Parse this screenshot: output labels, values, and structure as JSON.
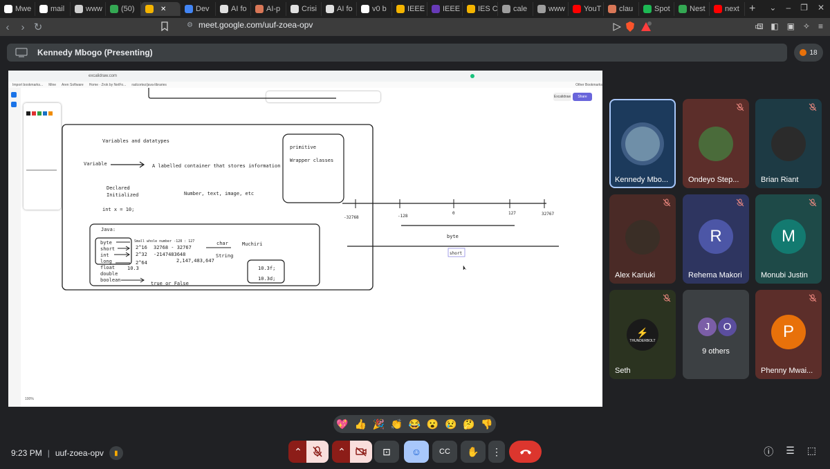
{
  "browser": {
    "tabs": [
      {
        "label": "Mwe",
        "color": "#ffffff"
      },
      {
        "label": "mail",
        "color": "#ffffff"
      },
      {
        "label": "www",
        "color": "#cfcfcf"
      },
      {
        "label": "(50)",
        "color": "#34a853"
      },
      {
        "label": "",
        "color": "#f4b400",
        "active": true
      },
      {
        "label": "Dev",
        "color": "#4285f4"
      },
      {
        "label": "AI fo",
        "color": "#e0e0e0"
      },
      {
        "label": "AI-p",
        "color": "#d97757"
      },
      {
        "label": "Crisi",
        "color": "#e0e0e0"
      },
      {
        "label": "AI fo",
        "color": "#e0e0e0"
      },
      {
        "label": "v0 b",
        "color": "#ffffff"
      },
      {
        "label": "IEEE",
        "color": "#f4b400"
      },
      {
        "label": "IEEE",
        "color": "#673ab7"
      },
      {
        "label": "IES C",
        "color": "#f4b400"
      },
      {
        "label": "cale",
        "color": "#9e9e9e"
      },
      {
        "label": "www",
        "color": "#9e9e9e"
      },
      {
        "label": "YouT",
        "color": "#ff0000"
      },
      {
        "label": "clau",
        "color": "#d97757"
      },
      {
        "label": "Spot",
        "color": "#1db954"
      },
      {
        "label": "Nest",
        "color": "#34a853"
      },
      {
        "label": "next",
        "color": "#ff0000"
      }
    ],
    "new_tab": "+",
    "url": "meet.google.com/uuf-zoea-opv",
    "extension_badge": ""
  },
  "presentation": {
    "title": "Kennedy Mbogo (Presenting)",
    "participant_count": "18"
  },
  "shared_screen": {
    "inner_url": "excalidraw.com",
    "bookmarks": [
      "Import bookmarks...",
      "Mine",
      "Aren Software",
      "Home · Zrok by NetFo...",
      "radcortez/java-libraries"
    ],
    "other_bookmarks": "Other Bookmarks",
    "library_button": "Excalidraw",
    "share_button": "Share",
    "zoom": "100%",
    "drawing": {
      "heading": "Variables and datatypes",
      "variable": "Variable",
      "definition": "A labelled container that stores information",
      "declared": "Declared",
      "initialized": "Initialized",
      "examples": "Number, text, image, etc",
      "code": "int x = 10;",
      "primitive": "primitive",
      "wrapper": "Wrapper classes",
      "java": "Java:",
      "types": [
        "byte",
        "short",
        "int",
        "long",
        "float",
        "double",
        "boolean"
      ],
      "small_whole": "Small whole number  -128 : 127",
      "pow16": "2^16",
      "range16": "32768 - 32767",
      "pow32": "2^32",
      "range32": "-2147483648",
      "pow64": "2^64",
      "range64": "2,147,483,647",
      "ten3": "10.3",
      "char": "char",
      "string": "String",
      "muchiri": "Muchiri",
      "float_lit": "10.3f;",
      "double_lit": "10.3d;",
      "true_false": "true or False",
      "tick_labels": [
        "-32768",
        "-128",
        "0",
        "127",
        "32767"
      ],
      "byte_label": "byte",
      "short_label": "short"
    }
  },
  "tiles": [
    {
      "name": "Kennedy Mbo...",
      "bg": "#1c3a5c",
      "avatar_type": "photo",
      "avatar_color": "#6f8fa8",
      "muted": false,
      "active": true
    },
    {
      "name": "Ondeyo Step...",
      "bg": "#5c2e2a",
      "avatar_type": "photo",
      "avatar_color": "#4a6b3a",
      "muted": true
    },
    {
      "name": "Brian Riant",
      "bg": "#1d3a44",
      "avatar_type": "photo",
      "avatar_color": "#2b2b2b",
      "muted": true
    },
    {
      "name": "Alex Kariuki",
      "bg": "#4a2a26",
      "avatar_type": "photo",
      "avatar_color": "#3a2e26",
      "muted": true
    },
    {
      "name": "Rehema Makori",
      "bg": "#2e3560",
      "avatar_type": "letter",
      "letter": "R",
      "avatar_color": "#4c56a6",
      "muted": true
    },
    {
      "name": "Monubi Justin",
      "bg": "#1e4a48",
      "avatar_type": "letter",
      "letter": "M",
      "avatar_color": "#137a70",
      "muted": true
    },
    {
      "name": "Seth",
      "bg": "#2b3320",
      "avatar_type": "logo",
      "logo_text": "THUNDERBOLT",
      "avatar_color": "#1a1a1a",
      "muted": true
    },
    {
      "name": "9 others",
      "bg": "#3c4043",
      "avatar_type": "group",
      "letters": [
        "J",
        "O"
      ],
      "muted": false
    },
    {
      "name": "Phenny Mwai...",
      "bg": "#5c2e2a",
      "avatar_type": "letter",
      "letter": "P",
      "avatar_color": "#e8710a",
      "muted": true
    }
  ],
  "reactions": [
    "💖",
    "👍",
    "🎉",
    "👏",
    "😂",
    "😮",
    "😢",
    "🤔",
    "👎"
  ],
  "bottom": {
    "time": "9:23 PM",
    "separator": "|",
    "meeting_code": "uuf-zoea-opv"
  }
}
